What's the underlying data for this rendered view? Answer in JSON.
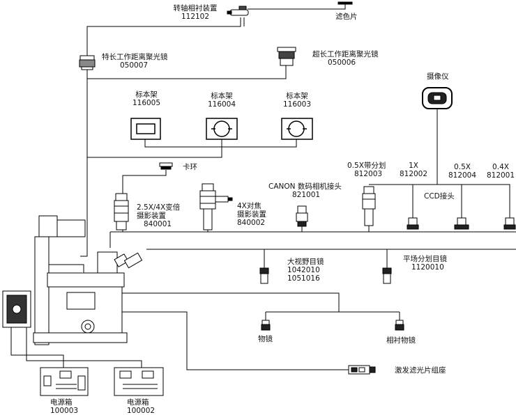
{
  "labels": {
    "rotating_phase_device": {
      "name": "转轴相衬装置",
      "code": "112102"
    },
    "filter": {
      "name": "滤色片"
    },
    "long_wd_condenser": {
      "name": "特长工作距离聚光镜",
      "code": "050007"
    },
    "ultra_long_wd_condenser": {
      "name": "超长工作距离聚光镜",
      "code": "050006"
    },
    "stage_holder_1": {
      "name": "标本架",
      "code": "116005"
    },
    "stage_holder_2": {
      "name": "标本架",
      "code": "116004"
    },
    "stage_holder_3": {
      "name": "标本架",
      "code": "116003"
    },
    "camera": {
      "name": "摄像仪"
    },
    "ring_clip": {
      "name": "卡环"
    },
    "zoom_photo_device": {
      "line1": "2.5X/4X变倍",
      "line2": "摄影装置",
      "code": "840001"
    },
    "focus_photo_device": {
      "line1": "4X对焦",
      "line2": "摄影装置",
      "code": "840002"
    },
    "canon_adapter": {
      "name": "CANON  数码相机接头",
      "code": "821001"
    },
    "reticle_adapter": {
      "name": "0.5X带分划",
      "code": "812003"
    },
    "adapter_1x": {
      "name": "1X",
      "code": "812002"
    },
    "adapter_05x": {
      "name": "0.5X",
      "code": "812004"
    },
    "adapter_04x": {
      "name": "0.4X",
      "code": "812001"
    },
    "ccd_adapter": {
      "name": "CCD接头"
    },
    "wide_field_eyepiece": {
      "name": "大视野目镜",
      "code1": "1042010",
      "code2": "1051016"
    },
    "reticle_eyepiece": {
      "name": "平场分划目镜",
      "code": "1120010"
    },
    "objective": {
      "name": "物镜"
    },
    "phase_objective": {
      "name": "相衬物镜"
    },
    "laser_filter_mount": {
      "name": "激发滤光片组座"
    },
    "power_box_1": {
      "name": "电源箱",
      "code": "100003"
    },
    "power_box_2": {
      "name": "电源箱",
      "code": "100002"
    }
  }
}
